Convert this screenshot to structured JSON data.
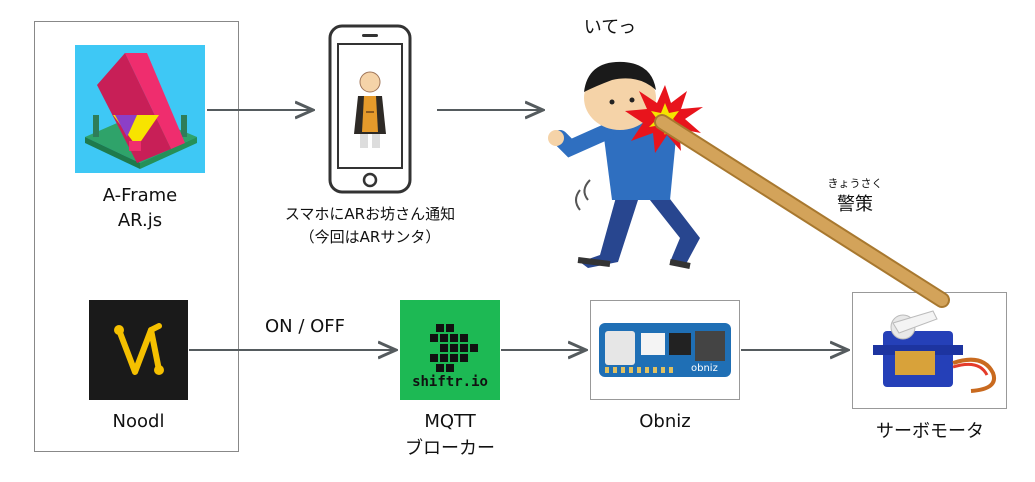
{
  "left_group": {
    "aframe_label": "A-Frame",
    "arjs_label": "AR.js",
    "noodl_label": "Noodl"
  },
  "phone": {
    "caption_line1": "スマホにARお坊さん通知",
    "caption_line2": "（今回はARサンタ）"
  },
  "person": {
    "speech": "いてっ"
  },
  "keisaku": {
    "ruby": "きょうさく",
    "label": "警策"
  },
  "mqtt": {
    "logo_text": "shiftr.io",
    "label_line1": "MQTT",
    "label_line2": "ブローカー"
  },
  "obniz": {
    "label": "Obniz",
    "board_text": "obniz"
  },
  "servo": {
    "label": "サーボモータ"
  },
  "edges": {
    "on_off_label": "ON / OFF"
  },
  "colors": {
    "aframe_bg": "#3ec8f5",
    "aframe_pink": "#ef2d6e",
    "noodl_bg": "#1a1a1a",
    "noodl_yellow": "#f5c000",
    "shiftr_green": "#1db954",
    "arrow": "#555b5e",
    "stick": "#d3a35a",
    "shirt": "#2f6fc0"
  }
}
